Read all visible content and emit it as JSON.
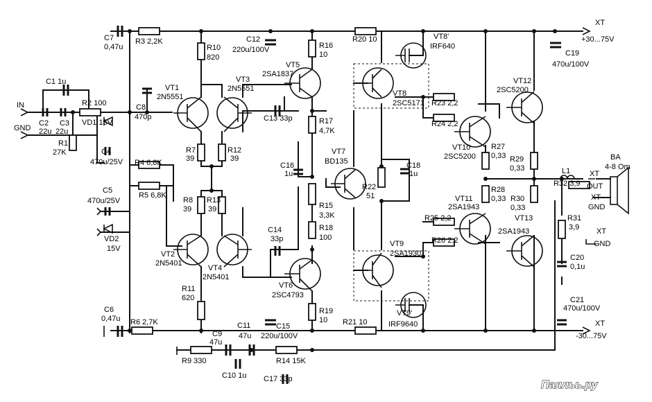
{
  "watermark": "Паяльь.ру",
  "labels": {
    "C7": "C7",
    "C7v": "0,47u",
    "R3": "R3 2,2K",
    "R10": "R10",
    "R10v": "820",
    "C12": "C12",
    "C12v": "220u/100V",
    "R16": "R16",
    "R16v": "10",
    "R20": "R20 10",
    "VT8p": "VT8'",
    "VT8pv": "IRF640",
    "XT1": "XT",
    "XT1v": "+30...75V",
    "C19": "C19",
    "C19v": "470u/100V",
    "C1": "C1 1u",
    "IN": "IN",
    "C2": "C2",
    "C2v": "22u",
    "C3": "C3",
    "C3v": "22u",
    "R2": "R2 100",
    "GND1": "GND",
    "VD1": "VD1 15V",
    "R1": "R1",
    "R1v": "27K",
    "C4": "C4",
    "C4v": "470u/25V",
    "VT1": "VT1",
    "VT1v": "2N5551",
    "VT3": "VT3",
    "VT3v": "2N5551",
    "VT5": "VT5",
    "VT5v": "2SA1837",
    "C8": "C8",
    "C8v": "470p",
    "C13": "C13 33p",
    "R17": "R17",
    "R17v": "4,7K",
    "VT8": "VT8",
    "VT8v": "2SC5171",
    "R23": "R23 2,2",
    "R24": "R24 2,2",
    "VT10": "VT10",
    "VT10v": "2SC5200",
    "VT12": "VT12",
    "VT12v": "2SC5200",
    "R7": "R7",
    "R7v": "39",
    "R12": "R12",
    "R12v": "39",
    "R4": "R4 6,8K",
    "R5": "R5 6,8K",
    "C16": "C16",
    "C16v": "1u",
    "VT7": "VT7",
    "VT7v": "BD135",
    "R22": "R22",
    "R22v": "51",
    "C18": "C18",
    "C18v": "1u",
    "R27": "R27",
    "R27v": "0,33",
    "R29": "R29",
    "R29v": "0,33",
    "L1": "L1",
    "R32": "R32 3,9",
    "BA": "BA",
    "BAv": "4-8 Om",
    "XTout": "XT",
    "OUT": "OUT",
    "XTgnd": "XT",
    "GND2": "GND",
    "C5": "C5",
    "C5v": "470u/25V",
    "R8": "R8",
    "R8v": "39",
    "R13": "R13",
    "R13v": "39",
    "R15": "R15",
    "R15v": "3,3K",
    "VT11": "VT11",
    "VT11v": "2SA1943",
    "R28": "R28",
    "R28v": "0,33",
    "R30": "R30",
    "R30v": "0,33",
    "VD2": "VD2",
    "VD2v": "15V",
    "C14": "C14",
    "C14v": "33p",
    "R18": "R18",
    "R18v": "100",
    "R25": "R25 2,2",
    "R26": "R26 2,2",
    "VT13": "VT13",
    "VT13v": "2SA1943",
    "R31": "R31",
    "R31v": "3,9",
    "XTgnd2": "XT",
    "GND3": "GND",
    "VT2": "VT2",
    "VT2v": "2N5401",
    "VT4": "VT4",
    "VT4v": "2N5401",
    "VT9": "VT9",
    "VT9v": "2SA1930",
    "C20": "C20",
    "C20v": "0,1u",
    "VT6": "VT6",
    "VT6v": "2SC4793",
    "R11": "R11",
    "R11v": "620",
    "C15": "C15",
    "C15v": "220u/100V",
    "R19": "R19",
    "R19v": "10",
    "C21": "C21",
    "C21v": "470u/100V",
    "C6": "C6",
    "C6v": "0,47u",
    "R6": "R6 2,7K",
    "C9": "C9",
    "C9v": "47u",
    "C11": "C11",
    "C11v": "47u",
    "R21": "R21 10",
    "VT9p": "VT9'",
    "VT9pv": "IRF9640",
    "XT2": "XT",
    "XT2v": "-30...75V",
    "R9": "R9 330",
    "C10": "C10 1u",
    "R14": "R14 15K",
    "C17": "C17 33p"
  }
}
